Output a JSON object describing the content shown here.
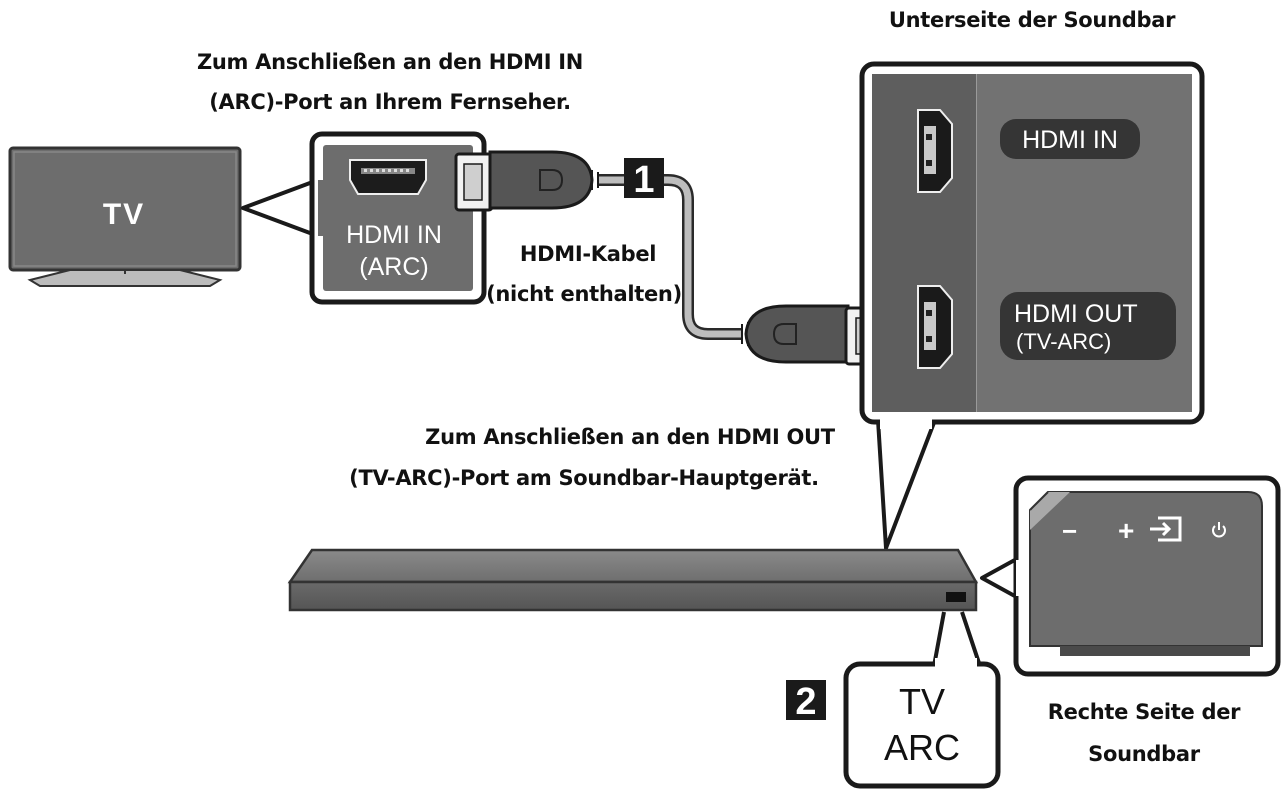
{
  "labels": {
    "tv_connect_line1": "Zum Anschließen an den HDMI IN",
    "tv_connect_line2": "(ARC)-Port an Ihrem Fernseher.",
    "soundbar_bottom": "Unterseite der Soundbar",
    "cable_line1": "HDMI-Kabel",
    "cable_line2": "(nicht enthalten)",
    "soundbar_connect_line1": "Zum Anschließen an den HDMI OUT",
    "soundbar_connect_line2": "(TV-ARC)-Port am Soundbar-Hauptgerät.",
    "right_side_line1": "Rechte Seite der",
    "right_side_line2": "Soundbar"
  },
  "tv": {
    "label": "TV"
  },
  "tv_port": {
    "line1": "HDMI IN",
    "line2": "(ARC)"
  },
  "soundbar_ports": {
    "hdmi_in": "HDMI IN",
    "hdmi_out_line1": "HDMI OUT",
    "hdmi_out_line2": "(TV-ARC)"
  },
  "display": {
    "line1": "TV",
    "line2": "ARC"
  },
  "steps": [
    "1",
    "2"
  ],
  "buttons": {
    "minus": "−",
    "plus": "+",
    "source_icon": "source-input-icon",
    "power_icon": "power-icon"
  },
  "colors": {
    "panel": "#6d6d6d",
    "panel_dark": "#555555",
    "soundbar": "#6a6a6a",
    "cable": "#b5b5b5",
    "badge": "#1a1a1a"
  }
}
